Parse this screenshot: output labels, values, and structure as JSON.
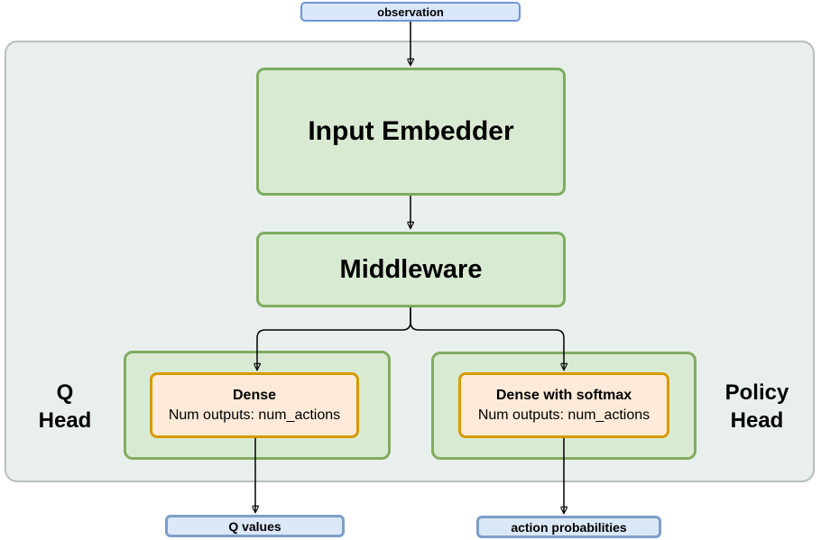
{
  "diagram": {
    "type": "flow-diagram",
    "description": "Neural network architecture: observation feeds an Input Embedder, then Middleware, which forks into a Q Head and a Policy Head producing Q values and action probabilities",
    "nodes": {
      "observation": "observation",
      "input_embedder": "Input Embedder",
      "middleware": "Middleware",
      "q_head_label": {
        "line1": "Q",
        "line2": "Head"
      },
      "policy_head_label": {
        "line1": "Policy",
        "line2": "Head"
      },
      "q_dense": {
        "title": "Dense",
        "subtitle": "Num outputs: num_actions"
      },
      "policy_dense": {
        "title": "Dense with softmax",
        "subtitle": "Num outputs: num_actions"
      },
      "q_values": "Q values",
      "action_probabilities": "action probabilities"
    },
    "edges": [
      {
        "from": "observation",
        "to": "input_embedder"
      },
      {
        "from": "input_embedder",
        "to": "middleware"
      },
      {
        "from": "middleware",
        "to": "q_dense"
      },
      {
        "from": "middleware",
        "to": "policy_dense"
      },
      {
        "from": "q_dense",
        "to": "q_values"
      },
      {
        "from": "policy_dense",
        "to": "action_probabilities"
      }
    ],
    "colors": {
      "outer_container_fill": "#e8efec",
      "outer_container_border": "#b7bfbc",
      "green_box_fill": "#d9ead3",
      "green_box_border": "#7cac5d",
      "head_container_border": "#82ab60",
      "dense_box_fill": "#fdead8",
      "dense_box_border": "#d79b00",
      "input_pill_fill": "#dae8fc",
      "input_pill_border": "#6f94d6",
      "output_pill_fill": "#dbe8f7",
      "output_pill_border": "#7d9fc9",
      "arrow": "#000000"
    }
  }
}
